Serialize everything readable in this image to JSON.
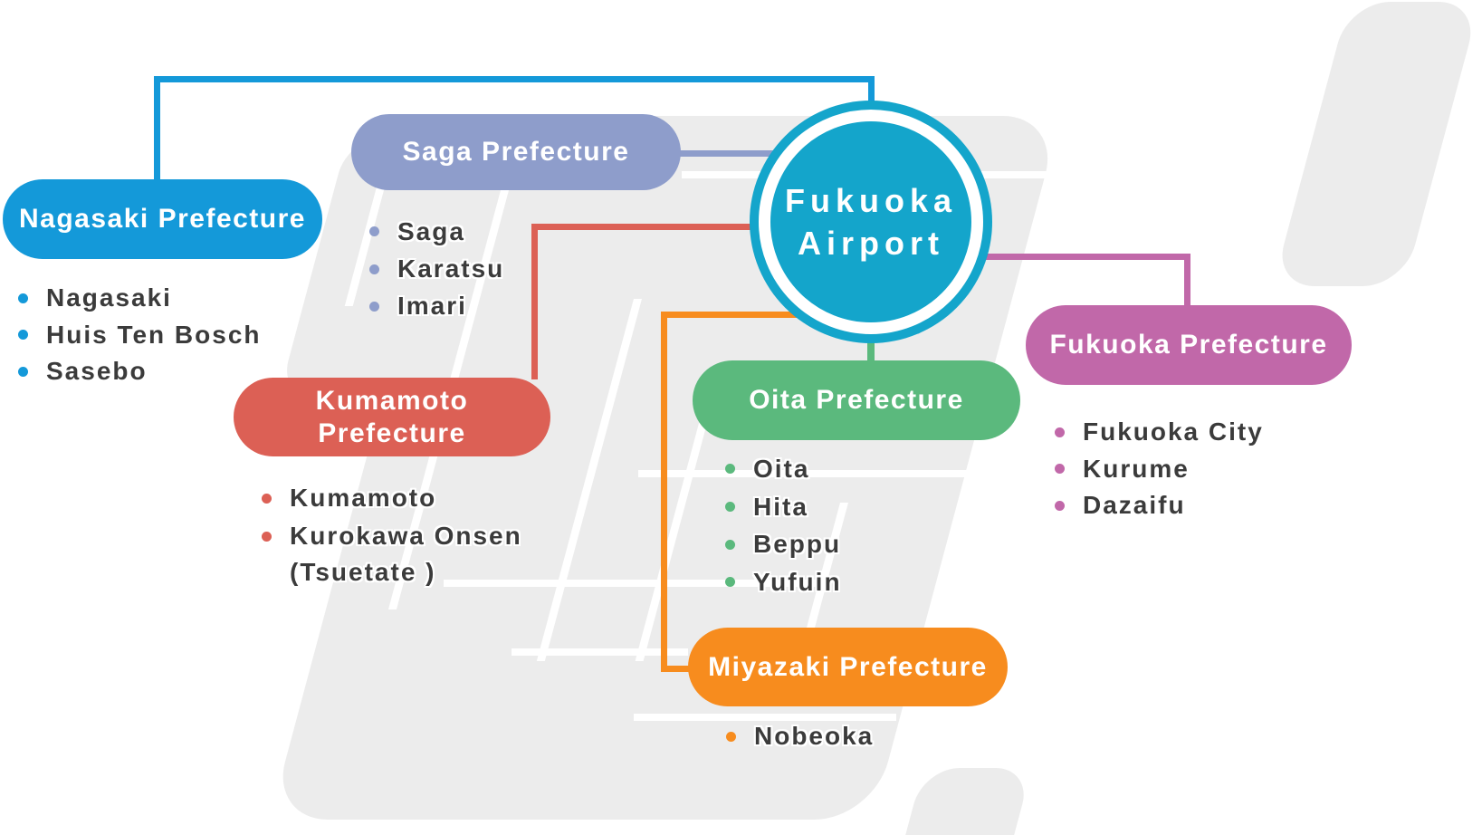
{
  "airport": {
    "name_line1": "Fukuoka",
    "name_line2": "Airport",
    "color": "#14A5CB"
  },
  "prefectures": [
    {
      "name": "Nagasaki Prefecture",
      "color": "#1499D9",
      "destinations": [
        "Nagasaki",
        "Huis Ten Bosch",
        "Sasebo"
      ]
    },
    {
      "name": "Saga Prefecture",
      "color": "#8E9DCB",
      "destinations": [
        "Saga",
        "Karatsu",
        "Imari"
      ]
    },
    {
      "name": "Kumamoto Prefecture",
      "color": "#DC6055",
      "destinations": [
        "Kumamoto",
        "Kurokawa Onsen",
        "(Tsuetate )"
      ]
    },
    {
      "name": "Oita Prefecture",
      "color": "#5BB97D",
      "destinations": [
        "Oita",
        "Hita",
        "Beppu",
        "Yufuin"
      ]
    },
    {
      "name": "Fukuoka Prefecture",
      "color": "#C168A9",
      "destinations": [
        "Fukuoka City",
        "Kurume",
        "Dazaifu"
      ]
    },
    {
      "name": "Miyazaki Prefecture",
      "color": "#F78C1E",
      "destinations": [
        "Nobeoka"
      ]
    }
  ],
  "background": {
    "shape_color": "#ECECEC",
    "list_text_color": "#3B3B3B"
  }
}
